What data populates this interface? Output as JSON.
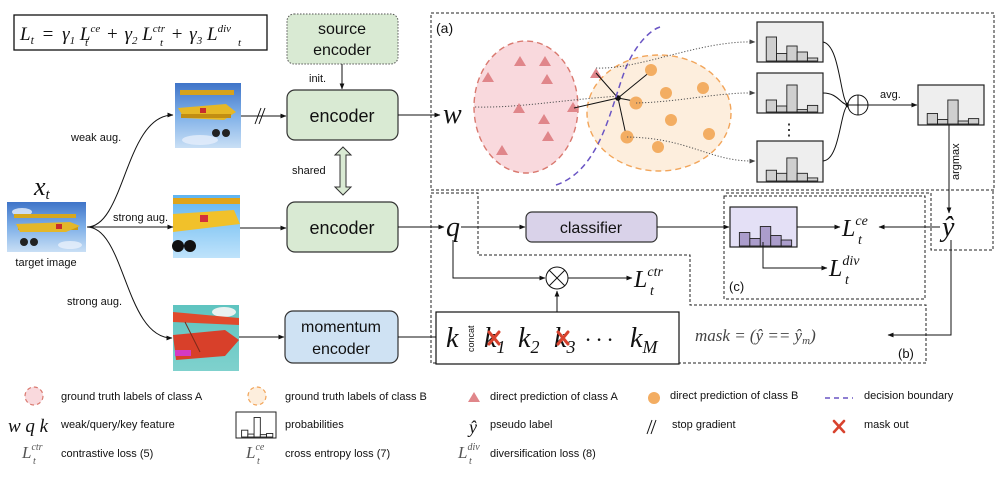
{
  "formula": {
    "lhs": "L",
    "lhs_sub": "t",
    "eq": "=",
    "terms": [
      {
        "coef": "γ",
        "coef_sub": "1",
        "L": "L",
        "sup": "ce",
        "sub": "t"
      },
      {
        "coef": "γ",
        "coef_sub": "2",
        "L": "L",
        "sup": "ctr",
        "sub": "t"
      },
      {
        "coef": "γ",
        "coef_sub": "3",
        "L": "L",
        "sup": "div",
        "sub": "t"
      }
    ],
    "plus": "+"
  },
  "input": {
    "symbol": "x",
    "symbol_sub": "t",
    "caption": "target image"
  },
  "branches": {
    "weak": "weak aug.",
    "strong1": "strong aug.",
    "strong2": "strong aug."
  },
  "blocks": {
    "source_encoder_line1": "source",
    "source_encoder_line2": "encoder",
    "init": "init.",
    "encoder_top": "encoder",
    "shared": "shared",
    "encoder_mid": "encoder",
    "momentum_line1": "momentum",
    "momentum_line2": "encoder",
    "classifier": "classifier"
  },
  "symbols": {
    "w": "w",
    "q": "q",
    "k": "k",
    "concat": "concat",
    "k1": "k",
    "k1_sub": "1",
    "k2": "k",
    "k2_sub": "2",
    "k3": "k",
    "k3_sub": "3",
    "dots": "· · ·",
    "kM": "k",
    "kM_sub": "M",
    "yhat": "ŷ",
    "avg": "avg.",
    "argmax": "argmax",
    "vdots": "⋮",
    "mask_expr": "mask = (ŷ == ŷ",
    "mask_sub": "m",
    "mask_close": ")",
    "L_ctr": "L",
    "L_ctr_sup": "ctr",
    "L_ctr_sub": "t",
    "L_ce": "L",
    "L_ce_sup": "ce",
    "L_ce_sub": "t",
    "L_div": "L",
    "L_div_sup": "div",
    "L_div_sub": "t"
  },
  "panels": {
    "a": "(a)",
    "b": "(b)",
    "c": "(c)"
  },
  "histograms": {
    "neighbor1": [
      0.8,
      0.25,
      0.5,
      0.3,
      0.1
    ],
    "neighbor2": [
      0.4,
      0.2,
      0.9,
      0.08,
      0.22
    ],
    "neighbor3": [
      0.35,
      0.25,
      0.75,
      0.25,
      0.1
    ],
    "averaged": [
      0.35,
      0.15,
      0.8,
      0.1,
      0.18
    ],
    "classifier_out": [
      0.45,
      0.25,
      0.65,
      0.35,
      0.2
    ],
    "legend": [
      0.35,
      0.15,
      1.0,
      0.12,
      0.18
    ]
  },
  "colors": {
    "encoder_fill": "#d9ead3",
    "momentum_fill": "#cfe2f3",
    "classifier_fill": "#d9d2e9",
    "classA_fill": "#f9d9dd",
    "classA_stroke": "#d9796f",
    "classB_fill": "#fdeedd",
    "classB_stroke": "#f2a55a",
    "triangle": "#e0868a",
    "circle": "#f3ad62",
    "boundary": "#6a55c4",
    "mask_x": "#d8432f",
    "hist_bar": "#cfcfcf",
    "hist_bg": "#eeeeee",
    "cls_hist_bg": "#e4e0f6",
    "cls_hist_bar": "#ab9dcc"
  },
  "legend": [
    {
      "icon": "class-a-region-icon",
      "label": "ground truth labels of class A"
    },
    {
      "icon": "class-b-region-icon",
      "label": "ground truth labels of class B"
    },
    {
      "icon": "triangle-icon",
      "label": "direct prediction of class A"
    },
    {
      "icon": "circle-icon",
      "label": "direct prediction of class B"
    },
    {
      "icon": "dashed-line-icon",
      "label": "decision boundary"
    },
    {
      "icon": "wqk-symbol",
      "symbol": "w q k",
      "label": "weak/query/key feature"
    },
    {
      "icon": "histogram-icon",
      "label": "probabilities"
    },
    {
      "icon": "yhat-symbol",
      "symbol": "ŷ",
      "label": "pseudo label"
    },
    {
      "icon": "stop-gradient-icon",
      "symbol": "//",
      "label": "stop gradient"
    },
    {
      "icon": "cross-icon",
      "label": "mask out"
    },
    {
      "icon": "l-ctr-symbol",
      "label": "contrastive loss (5)"
    },
    {
      "icon": "l-ce-symbol",
      "label": "cross entropy loss (7)"
    },
    {
      "icon": "l-div-symbol",
      "label": "diversification loss (8)"
    }
  ]
}
